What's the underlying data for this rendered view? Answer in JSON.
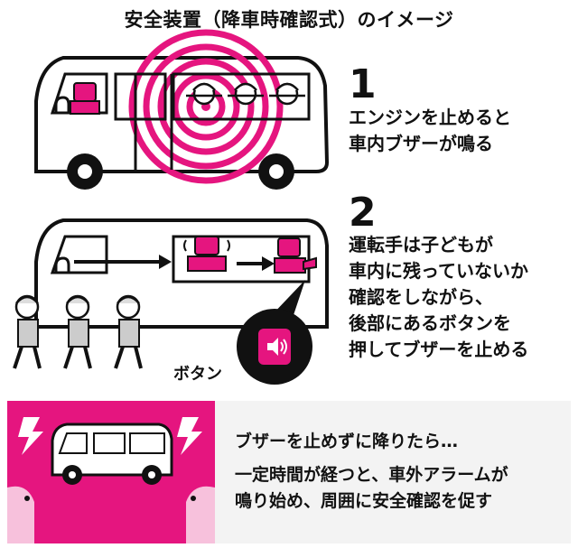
{
  "title": "安全装置（降車時確認式）のイメージ",
  "steps": [
    {
      "number": "1",
      "lines": [
        "エンジンを止めると",
        "車内ブザーが鳴る"
      ]
    },
    {
      "number": "2",
      "lines": [
        "運転手は子どもが",
        "車内に残っていないか",
        "確認をしながら、",
        "後部にあるボタンを",
        "押してブザーを止める"
      ]
    }
  ],
  "button_label": "ボタン",
  "bottom": {
    "heading": "ブザーを止めずに降りたら…",
    "lines": [
      "一定時間が経つと、車外アラームが",
      "鳴り始め、周囲に安全確認を促す"
    ]
  },
  "colors": {
    "accent": "#e5157f",
    "ink": "#111111",
    "panel": "#f3f3f3"
  }
}
